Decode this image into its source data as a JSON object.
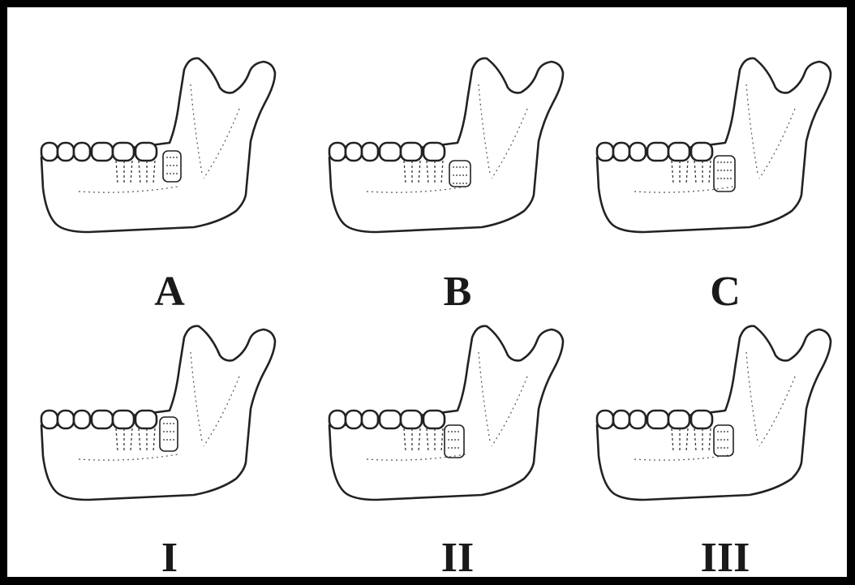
{
  "figure": {
    "panels_top": [
      {
        "label": "A",
        "variant": "A"
      },
      {
        "label": "B",
        "variant": "B"
      },
      {
        "label": "C",
        "variant": "C"
      }
    ],
    "panels_bottom": [
      {
        "label": "I",
        "variant": "I"
      },
      {
        "label": "II",
        "variant": "II"
      },
      {
        "label": "III",
        "variant": "III"
      }
    ]
  },
  "colors": {
    "frame": "#000000",
    "line": "#222222",
    "background": "#ffffff"
  }
}
